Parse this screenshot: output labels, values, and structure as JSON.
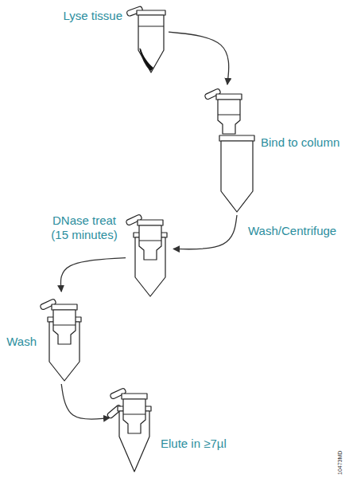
{
  "diagram": {
    "nodes": [
      {
        "text": [
          "Lyse tissue"
        ]
      },
      {
        "text": [
          "Bind to column"
        ]
      },
      {
        "text": [
          "DNase treat (15 minutes)"
        ]
      },
      {
        "text": [
          "Wash"
        ]
      },
      {
        "text": [
          "Elute in ≥7µl"
        ]
      }
    ],
    "edges": [
      {
        "from": 0,
        "to": 1,
        "arrow": "to"
      },
      {
        "from": 1,
        "to": 2,
        "label": "Wash/Centrifuge",
        "arrow": "to"
      },
      {
        "from": 2,
        "to": 3,
        "arrow": "to"
      },
      {
        "from": 3,
        "to": 4,
        "arrow": "to"
      }
    ],
    "labels": [
      "10473MD"
    ]
  }
}
